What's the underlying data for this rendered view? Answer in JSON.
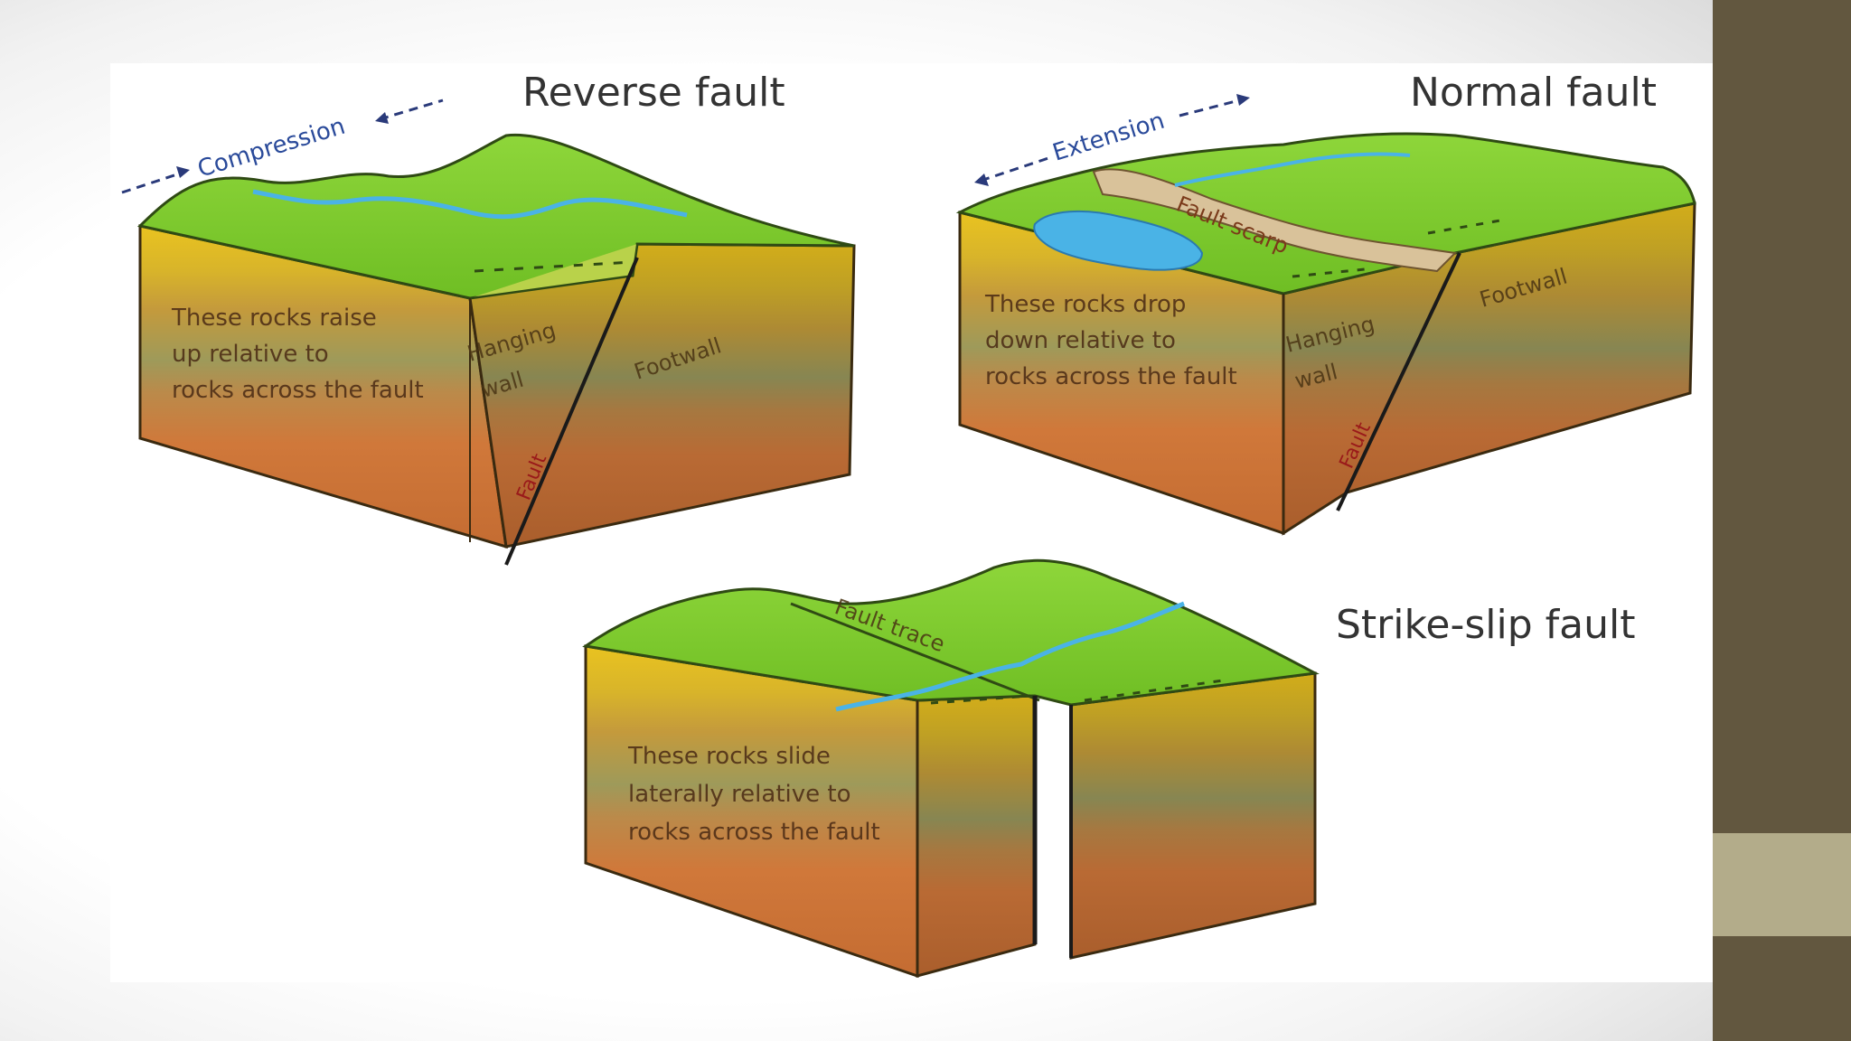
{
  "diagram": {
    "reverse": {
      "title": "Reverse fault",
      "arrow_label": "Compression",
      "hanging_note": [
        "These rocks raise",
        "up relative to",
        "rocks across the fault"
      ],
      "hanging_wall": [
        "Hanging",
        "wall"
      ],
      "footwall": "Footwall",
      "fault_label": "Fault"
    },
    "normal": {
      "title": "Normal fault",
      "arrow_label": "Extension",
      "scarp_label": "Fault scarp",
      "hanging_note": [
        "These rocks drop",
        "down relative to",
        "rocks across the fault"
      ],
      "hanging_wall": [
        "Hanging",
        "wall"
      ],
      "footwall": "Footwall",
      "fault_label": "Fault"
    },
    "strikeslip": {
      "title": "Strike-slip fault",
      "trace_label": "Fault trace",
      "note": [
        "These rocks slide",
        "laterally relative to",
        "rocks across the fault"
      ]
    }
  },
  "colors": {
    "grass": "#7fc92e",
    "grass_dark": "#5ea51c",
    "water": "#4ab3e6",
    "side_bar": "#62573f",
    "side_accent": "#b3ac8a"
  }
}
